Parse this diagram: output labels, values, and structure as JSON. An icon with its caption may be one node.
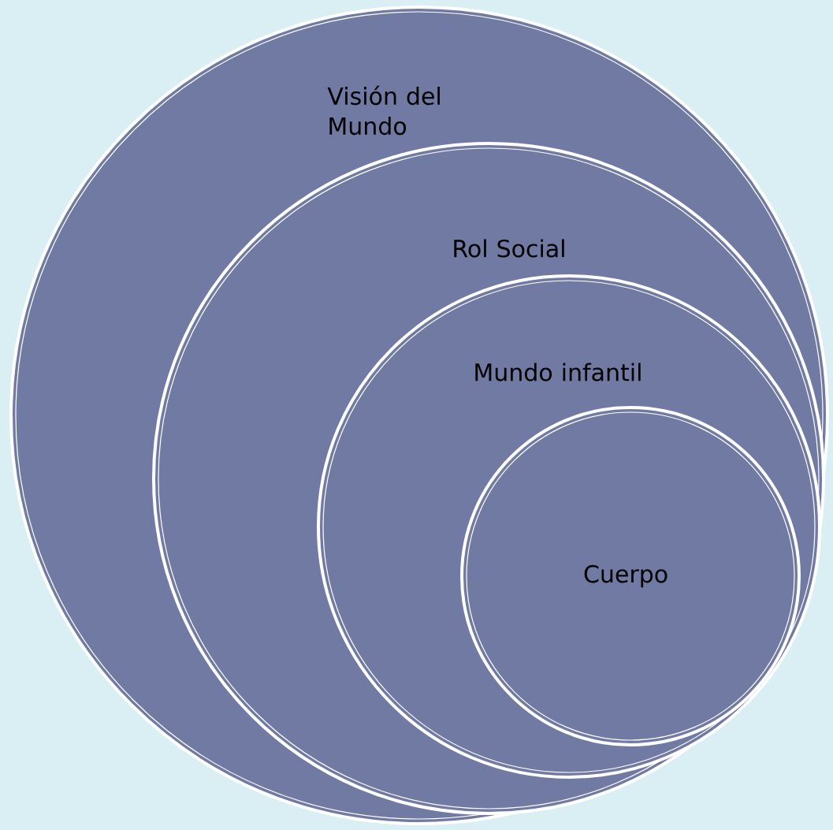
{
  "diagram": {
    "nodes": [
      {
        "text": [
          "Visión del Mundo"
        ]
      },
      {
        "text": [
          "Rol Social"
        ],
        "in": 0
      },
      {
        "text": [
          "Mundo infantil"
        ],
        "in": 1
      },
      {
        "text": [
          "Cuerpo"
        ],
        "in": 2
      }
    ]
  }
}
